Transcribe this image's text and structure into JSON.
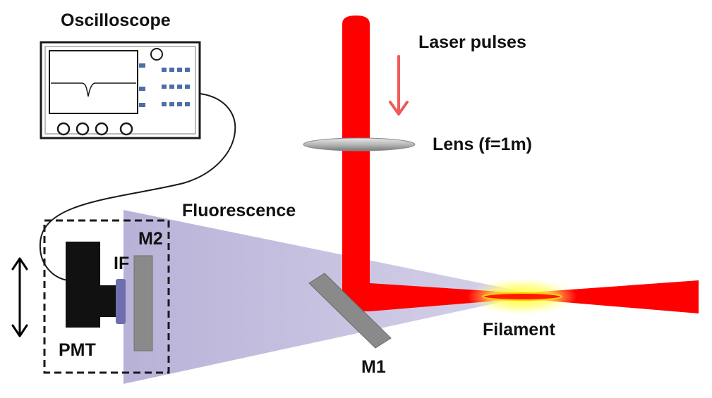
{
  "labels": {
    "oscilloscope": "Oscilloscope",
    "laser_pulses": "Laser pulses",
    "lens": "Lens (f=1m)",
    "fluorescence": "Fluorescence",
    "m2": "M2",
    "if": "IF",
    "pmt": "PMT",
    "m1": "M1",
    "filament": "Filament"
  },
  "colors": {
    "laser": "#ff0000",
    "fluorescence_cone": "#b5aed6",
    "lens": "#c0c0c0",
    "mirror": "#8a8a8a",
    "pmt": "#111111",
    "interference_filter": "#6f6fb0",
    "filament_glow": "#ffff33",
    "arrow": "#f05a5a",
    "scope_buttons": "#4a6fa5"
  },
  "icons": {
    "laser_direction": "down-arrow-icon",
    "translation_stage": "double-headed-vertical-arrow-icon",
    "scope_knob": "circle-icon"
  }
}
